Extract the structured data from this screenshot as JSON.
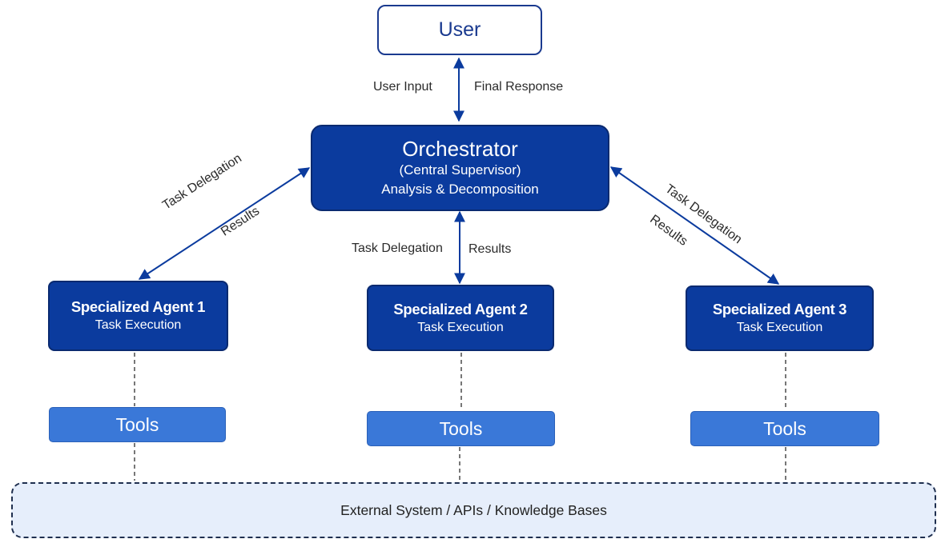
{
  "user": {
    "label": "User"
  },
  "user_link": {
    "left_label": "User Input",
    "right_label": "Final Response"
  },
  "orchestrator": {
    "title": "Orchestrator",
    "subtitle": "(Central Supervisor)",
    "detail": "Analysis & Decomposition"
  },
  "agents": [
    {
      "title": "Specialized Agent 1",
      "subtitle": "Task Execution"
    },
    {
      "title": "Specialized Agent 2",
      "subtitle": "Task Execution"
    },
    {
      "title": "Specialized Agent 3",
      "subtitle": "Task Execution"
    }
  ],
  "links": {
    "agent1": {
      "delegation": "Task Delegation",
      "results": "Results"
    },
    "agent2": {
      "delegation": "Task Delegation",
      "results": "Results"
    },
    "agent3": {
      "delegation": "Task Delegation",
      "results": "Results"
    }
  },
  "tools": [
    "Tools",
    "Tools",
    "Tools"
  ],
  "external": {
    "label": "External System / APIs / Knowledge Bases"
  },
  "colors": {
    "dark_blue": "#0b3b9e",
    "tools_blue": "#3a78d8",
    "external_fill": "#e6eefb",
    "arrow": "#0b3b9e"
  }
}
